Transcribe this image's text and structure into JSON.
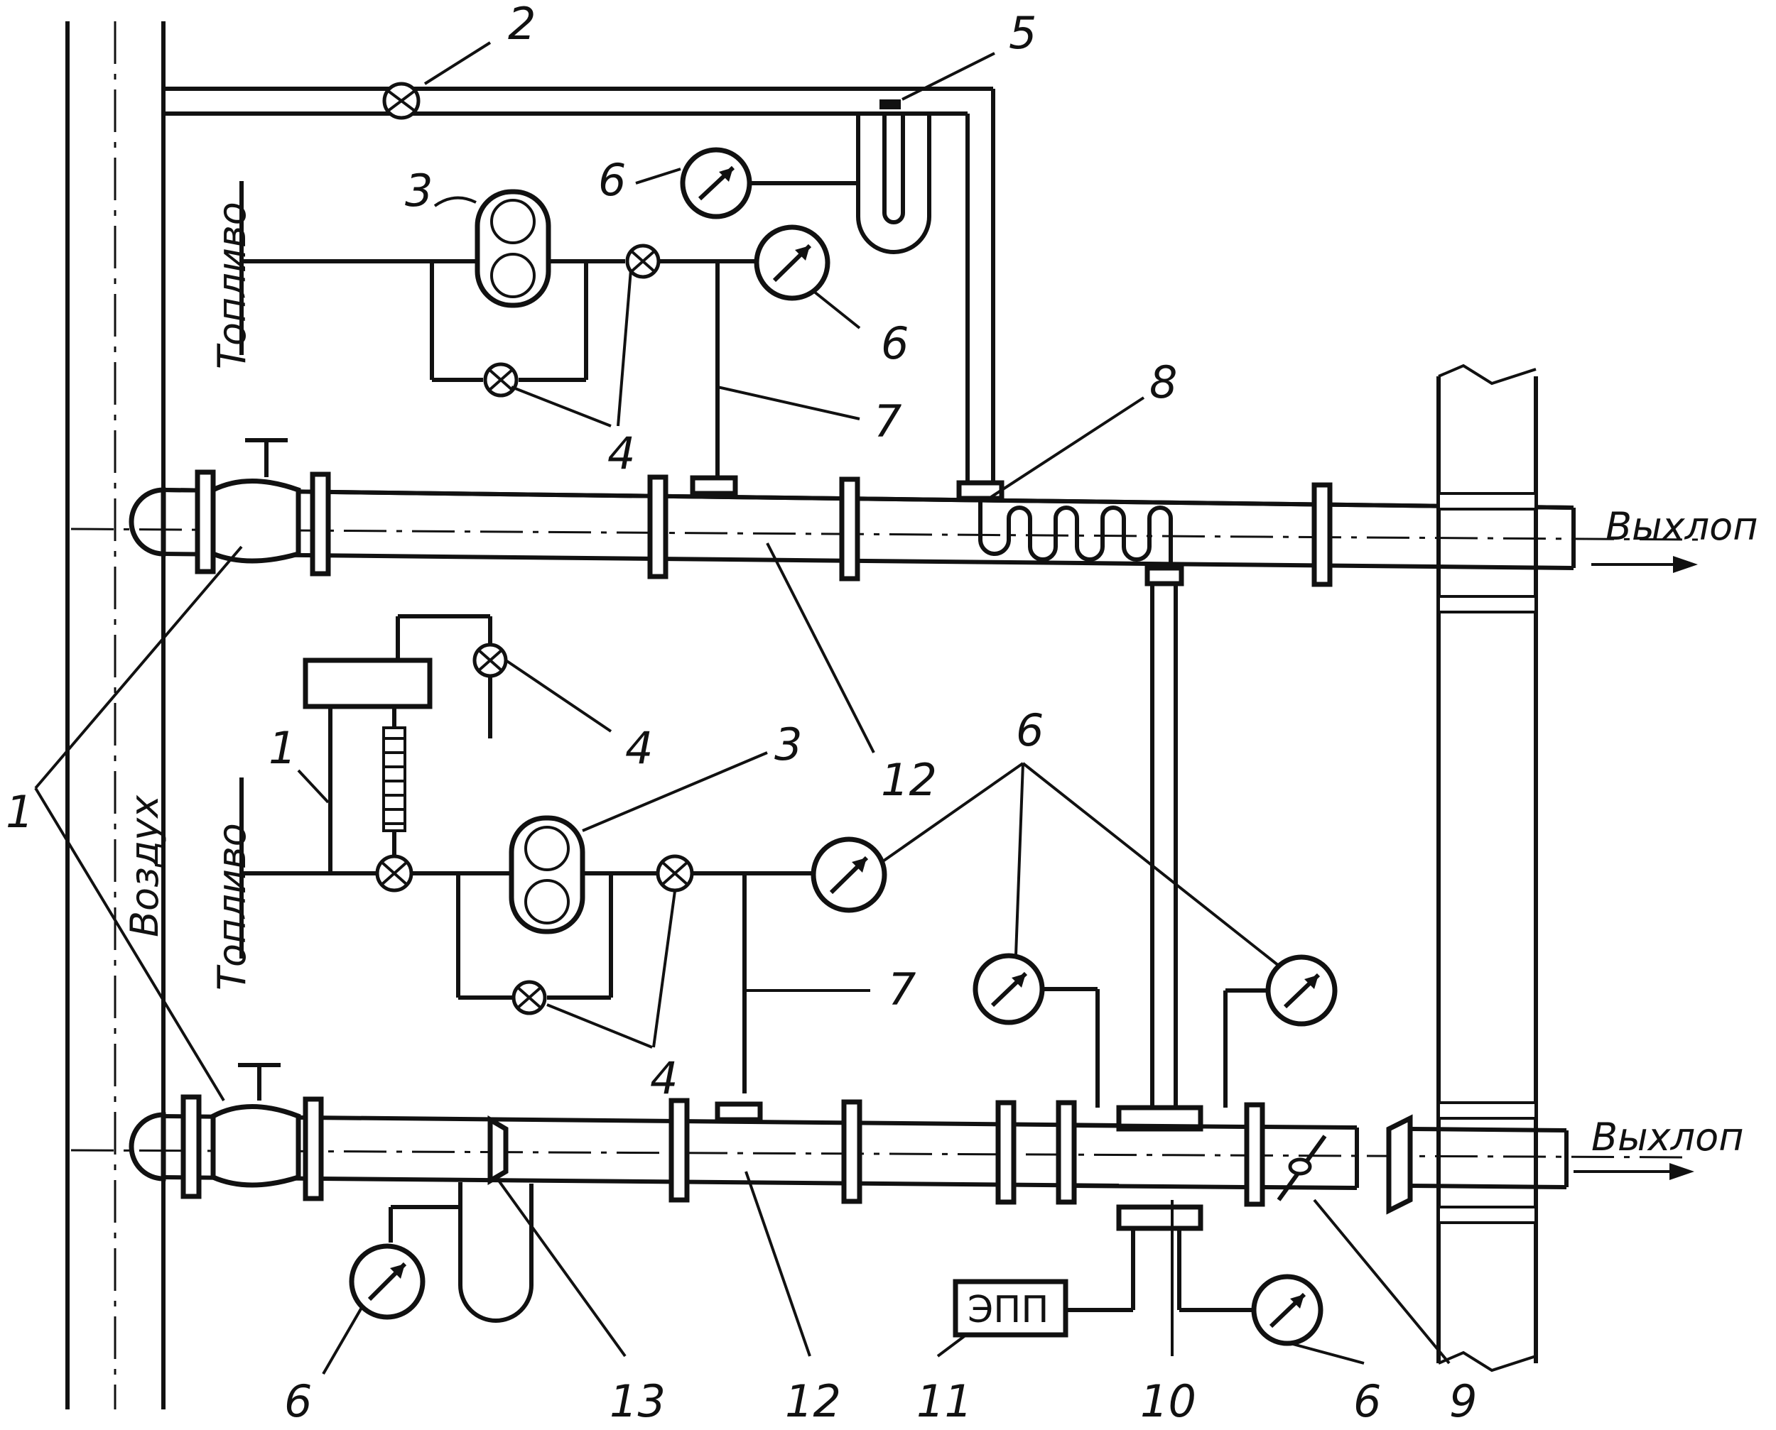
{
  "labels": {
    "air": "Воздух",
    "fuel_top": "Топливо",
    "fuel_bottom": "Топливо",
    "exhaust_top": "Выхлоп",
    "exhaust_bottom": "Выхлоп",
    "epp": "ЭПП"
  },
  "callouts": {
    "n2": "2",
    "n5": "5",
    "n3_top": "3",
    "n6_a": "6",
    "n6_b": "6",
    "n7_top": "7",
    "n4_top": "4",
    "n8": "8",
    "n1_mid": "1",
    "n1_left": "1",
    "n4_mid": "4",
    "n3_mid": "3",
    "n12_top": "12",
    "n6_group": "6",
    "n7_mid": "7",
    "n4_low": "4",
    "n6_bl": "6",
    "n13": "13",
    "n12_bot": "12",
    "n11": "11",
    "n10": "10",
    "n6_br": "6",
    "n9": "9"
  }
}
